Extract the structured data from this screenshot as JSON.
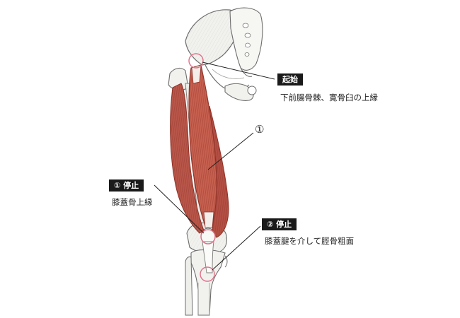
{
  "labels": {
    "origin": {
      "tag": "起始",
      "text": "下前腸骨棘、寛骨臼の上縁"
    },
    "muscle_number": "①",
    "insertion1": {
      "tag": "① 停止",
      "text": "膝蓋骨上縁"
    },
    "insertion2": {
      "tag": "② 停止",
      "text": "膝蓋腱を介して脛骨粗面"
    }
  },
  "colors": {
    "muscle": "#c0574a",
    "muscle_dark": "#8f3228",
    "bone": "#f1f1ee",
    "bone_line": "#6d6d6d",
    "marker": "#e36f86",
    "leader": "#222222"
  }
}
